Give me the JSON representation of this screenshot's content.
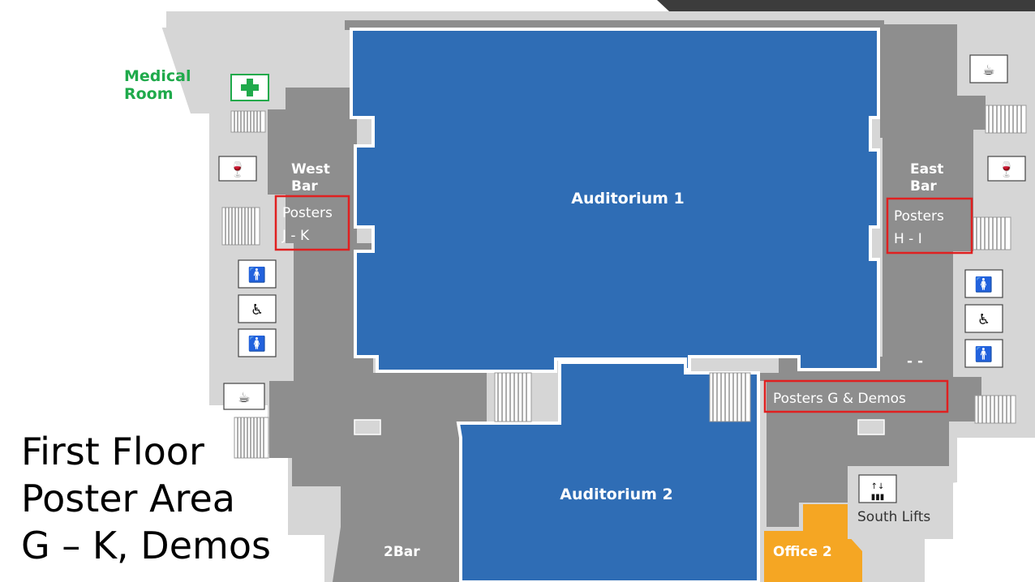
{
  "title": {
    "line1": "First Floor",
    "line2": "Poster Area",
    "line3": "G – K, Demos"
  },
  "rooms": {
    "auditorium1": "Auditorium 1",
    "auditorium2": "Auditorium 2",
    "two_bar": "2Bar",
    "office2": "Office 2"
  },
  "labels": {
    "medical_line1": "Medical",
    "medical_line2": "Room",
    "west_bar_line1": "West",
    "west_bar_line2": "Bar",
    "east_bar_line1": "East",
    "east_bar_line2": "Bar",
    "south_lifts": "South Lifts",
    "dash": "- -"
  },
  "posters": {
    "west_line1": "Posters",
    "west_line2": "J - K",
    "east_line1": "Posters",
    "east_line2": "H - I",
    "south": "Posters G & Demos"
  },
  "colors": {
    "auditorium": "#2f6db5",
    "corridor": "#8e8e8e",
    "light_area": "#d6d6d6",
    "medical_green": "#1faa4b",
    "office_orange": "#f5a623",
    "poster_border": "#e02020"
  },
  "icons": [
    "first-aid-icon",
    "wine-glass-icon",
    "coffee-cup-icon",
    "male-toilet-icon",
    "accessible-toilet-icon",
    "female-toilet-icon",
    "lift-icon",
    "staircase-icon"
  ]
}
